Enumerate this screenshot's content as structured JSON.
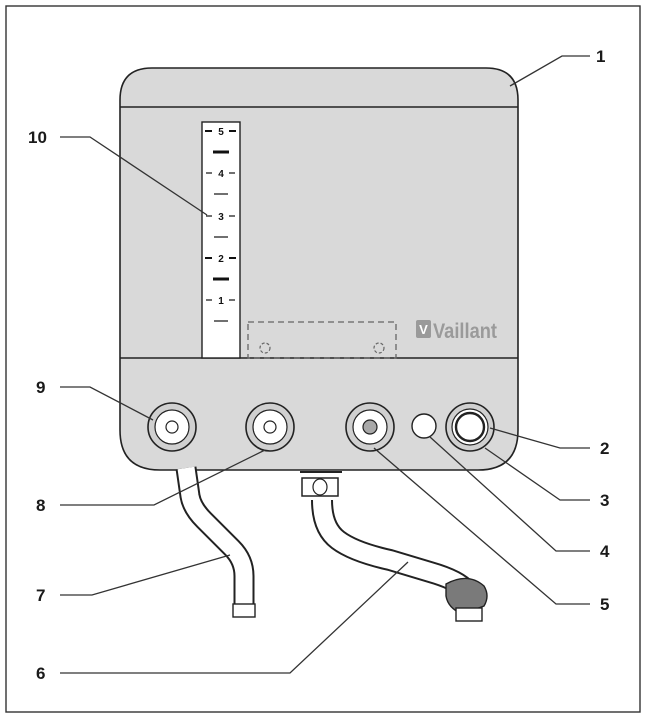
{
  "brand": {
    "name": "Vaillant",
    "mark": "V"
  },
  "scale": {
    "marks": [
      "5",
      "4",
      "3",
      "2",
      "1"
    ]
  },
  "callouts": [
    {
      "number": "1",
      "part": "housing-top"
    },
    {
      "number": "2",
      "part": "temperature-knob"
    },
    {
      "number": "3",
      "part": "knob-ring"
    },
    {
      "number": "4",
      "part": "indicator-lamp"
    },
    {
      "number": "5",
      "part": "hot-water-port"
    },
    {
      "number": "6",
      "part": "spout-pipe"
    },
    {
      "number": "7",
      "part": "cold-water-pipe"
    },
    {
      "number": "8",
      "part": "middle-port"
    },
    {
      "number": "9",
      "part": "left-port"
    },
    {
      "number": "10",
      "part": "water-level-scale"
    }
  ]
}
